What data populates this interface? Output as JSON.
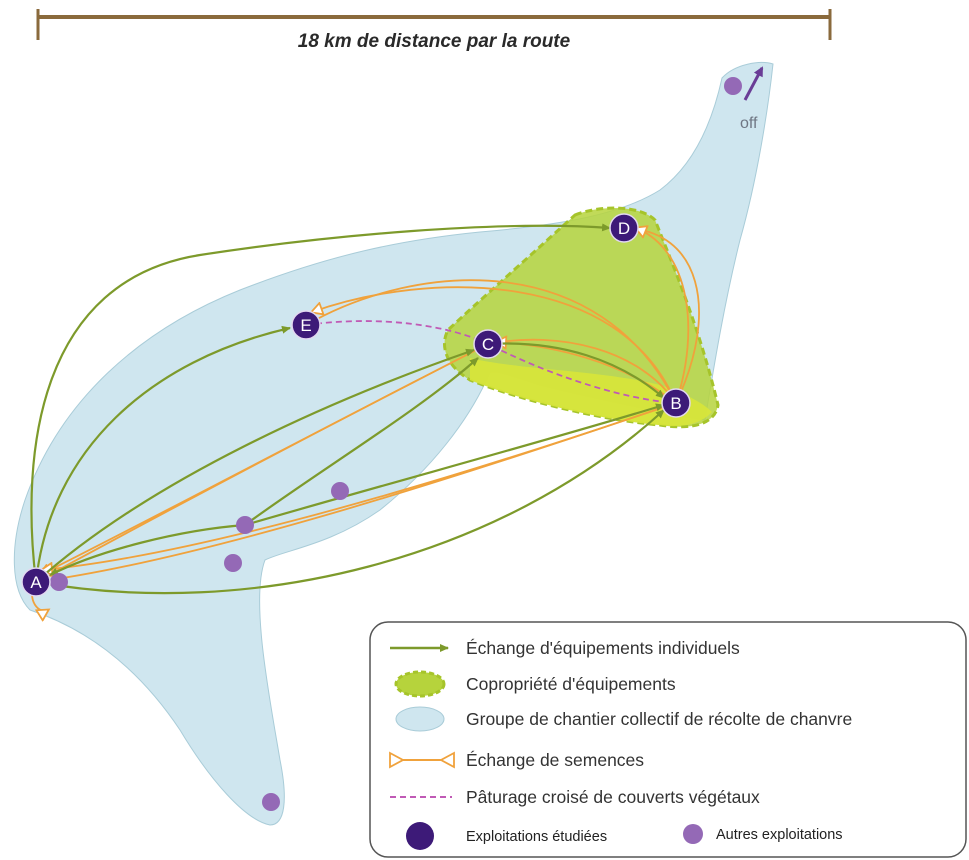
{
  "scale_bar": {
    "label": "18 km de distance par la route"
  },
  "off_label": "off",
  "nodes": {
    "studied": [
      "A",
      "B",
      "C",
      "D",
      "E"
    ]
  },
  "legend": {
    "equipment_exchange": "Échange d'équipements individuels",
    "co_ownership": "Copropriété d'équipements",
    "harvest_group": "Groupe de chantier collectif de récolte de chanvre",
    "seed_exchange": "Échange de semences",
    "cross_grazing": "Pâturage croisé de couverts végétaux",
    "studied_farms": "Exploitations étudiées",
    "other_farms": "Autres exploitations"
  },
  "colors": {
    "equipment_arrow": "#7d9a2b",
    "seed_line": "#f0a23c",
    "co_ownership_fill": "#b6d33c",
    "group_fill": "#cfe6ef",
    "grazing_line": "#c05ab5",
    "studied_farm": "#3d1a78",
    "other_farm": "#9469b6",
    "scale_bar": "#8a6a3c"
  }
}
